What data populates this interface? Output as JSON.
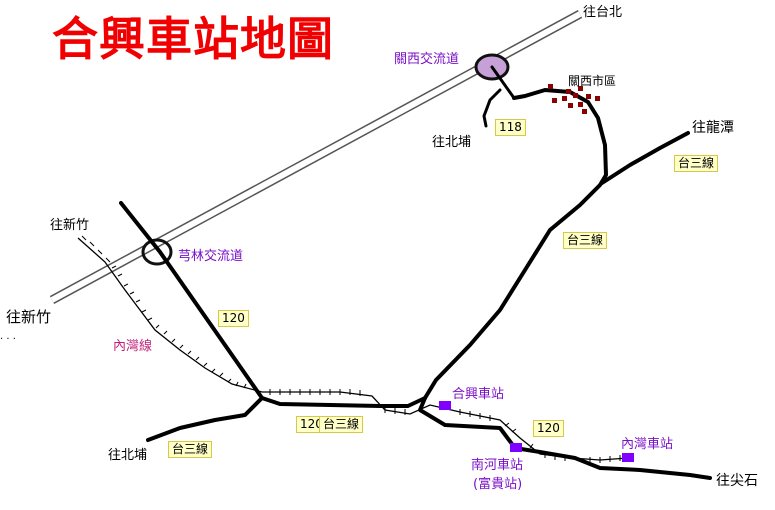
{
  "title": "合興車站地圖",
  "labels": {
    "to_taipei": "往台北",
    "to_hsinchu_top": "往新竹",
    "to_hsinchu_left": "往新竹",
    "to_beipu_top": "往北埔",
    "to_beipu_bottom": "往北埔",
    "to_longtan": "往龍潭",
    "to_jianshi": "往尖石",
    "guanxi_city": "關西市區",
    "neiwan_line": "內灣線"
  },
  "interchanges": {
    "guanxi": "關西交流道",
    "qionglin": "芎林交流道"
  },
  "roads": {
    "r118": "118",
    "r120_upper": "120",
    "r120_lower": "120",
    "r120_right": "120",
    "t3_right": "台三線",
    "t3_mid": "台三線",
    "t3_bottom_left": "台三線",
    "t3_bottom_mid": "台三線"
  },
  "stations": {
    "hexing": "合興車站",
    "nanhe": "南河車站",
    "nanhe_alt": "(富貴站)",
    "neiwan": "內灣車站"
  },
  "colors": {
    "title": "#f00000",
    "road": "#000000",
    "station": "#8000ff",
    "interchange": "#c8a0d8",
    "city": "#8b0000",
    "label_purple": "#7a10c8",
    "label_pink": "#c0207a"
  }
}
